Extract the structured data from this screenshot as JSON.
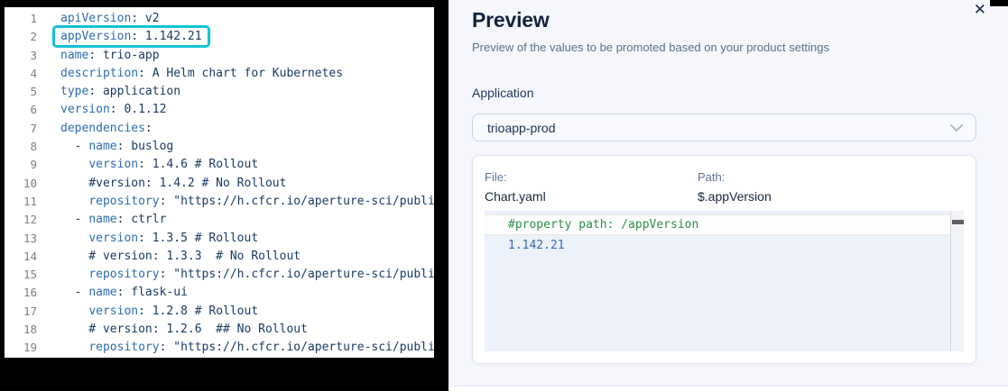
{
  "editor": {
    "lines": [
      {
        "n": "1",
        "highlight": false,
        "segments": [
          [
            "apiVersion",
            "k"
          ],
          [
            ": v2",
            "t"
          ]
        ]
      },
      {
        "n": "2",
        "highlight": true,
        "segments": [
          [
            "appVersion",
            "k"
          ],
          [
            ": 1.142.21",
            "t"
          ]
        ]
      },
      {
        "n": "3",
        "highlight": false,
        "segments": [
          [
            "name",
            "k"
          ],
          [
            ": trio-app",
            "t"
          ]
        ]
      },
      {
        "n": "4",
        "highlight": false,
        "segments": [
          [
            "description",
            "k"
          ],
          [
            ": A Helm chart for Kubernetes",
            "t"
          ]
        ]
      },
      {
        "n": "5",
        "highlight": false,
        "segments": [
          [
            "type",
            "k"
          ],
          [
            ": application",
            "t"
          ]
        ]
      },
      {
        "n": "6",
        "highlight": false,
        "segments": [
          [
            "version",
            "k"
          ],
          [
            ": 0.1.12",
            "t"
          ]
        ]
      },
      {
        "n": "7",
        "highlight": false,
        "segments": [
          [
            "dependencies",
            "k"
          ],
          [
            ":",
            "t"
          ]
        ]
      },
      {
        "n": "8",
        "highlight": false,
        "segments": [
          [
            "  - ",
            "t"
          ],
          [
            "name",
            "k"
          ],
          [
            ": buslog",
            "t"
          ]
        ]
      },
      {
        "n": "9",
        "highlight": false,
        "segments": [
          [
            "    ",
            "t"
          ],
          [
            "version",
            "k"
          ],
          [
            ": 1.4.6 # Rollout",
            "t"
          ]
        ]
      },
      {
        "n": "10",
        "highlight": false,
        "segments": [
          [
            "    #version: 1.4.2 # No Rollout",
            "t"
          ]
        ]
      },
      {
        "n": "11",
        "highlight": false,
        "segments": [
          [
            "    ",
            "t"
          ],
          [
            "repository",
            "k"
          ],
          [
            ": \"https://h.cfcr.io/aperture-sci/public\"",
            "t"
          ]
        ]
      },
      {
        "n": "12",
        "highlight": false,
        "segments": [
          [
            "  - ",
            "t"
          ],
          [
            "name",
            "k"
          ],
          [
            ": ctrlr",
            "t"
          ]
        ]
      },
      {
        "n": "13",
        "highlight": false,
        "segments": [
          [
            "    ",
            "t"
          ],
          [
            "version",
            "k"
          ],
          [
            ": 1.3.5 # Rollout",
            "t"
          ]
        ]
      },
      {
        "n": "14",
        "highlight": false,
        "segments": [
          [
            "    # version: 1.3.3  # No Rollout",
            "t"
          ]
        ]
      },
      {
        "n": "15",
        "highlight": false,
        "segments": [
          [
            "    ",
            "t"
          ],
          [
            "repository",
            "k"
          ],
          [
            ": \"https://h.cfcr.io/aperture-sci/public\"",
            "t"
          ]
        ]
      },
      {
        "n": "16",
        "highlight": false,
        "segments": [
          [
            "  - ",
            "t"
          ],
          [
            "name",
            "k"
          ],
          [
            ": flask-ui",
            "t"
          ]
        ]
      },
      {
        "n": "17",
        "highlight": false,
        "segments": [
          [
            "    ",
            "t"
          ],
          [
            "version",
            "k"
          ],
          [
            ": 1.2.8 # Rollout",
            "t"
          ]
        ]
      },
      {
        "n": "18",
        "highlight": false,
        "segments": [
          [
            "    # version: 1.2.6  ## No Rollout",
            "t"
          ]
        ]
      },
      {
        "n": "19",
        "highlight": false,
        "segments": [
          [
            "    ",
            "t"
          ],
          [
            "repository",
            "k"
          ],
          [
            ": \"https://h.cfcr.io/aperture-sci/public\"",
            "t"
          ]
        ]
      }
    ]
  },
  "preview": {
    "title": "Preview",
    "subtitle": "Preview of the values to be promoted based on your product settings",
    "close_icon": "✕",
    "application": {
      "label": "Application",
      "selected_value": "trioapp-prod",
      "chevron_icon": "chevron-down-icon"
    },
    "card": {
      "file_label": "File:",
      "file_value": "Chart.yaml",
      "path_label": "Path:",
      "path_value": "$.appVersion",
      "code_lines": [
        {
          "text": "#property path: /appVersion",
          "style": "comment",
          "highlighted": true
        },
        {
          "text": "1.142.21",
          "style": "value",
          "highlighted": false
        }
      ]
    }
  },
  "colors": {
    "highlight_box_cyan": "#12c3d6",
    "yaml_key_blue": "#2b6cb0",
    "yaml_text_navy": "#1a3a64",
    "preview_comment_green": "#2f8f47",
    "preview_value_blue": "#2e6cb0",
    "panel_background": "#f5f7fc",
    "backdrop_black": "#000000"
  }
}
